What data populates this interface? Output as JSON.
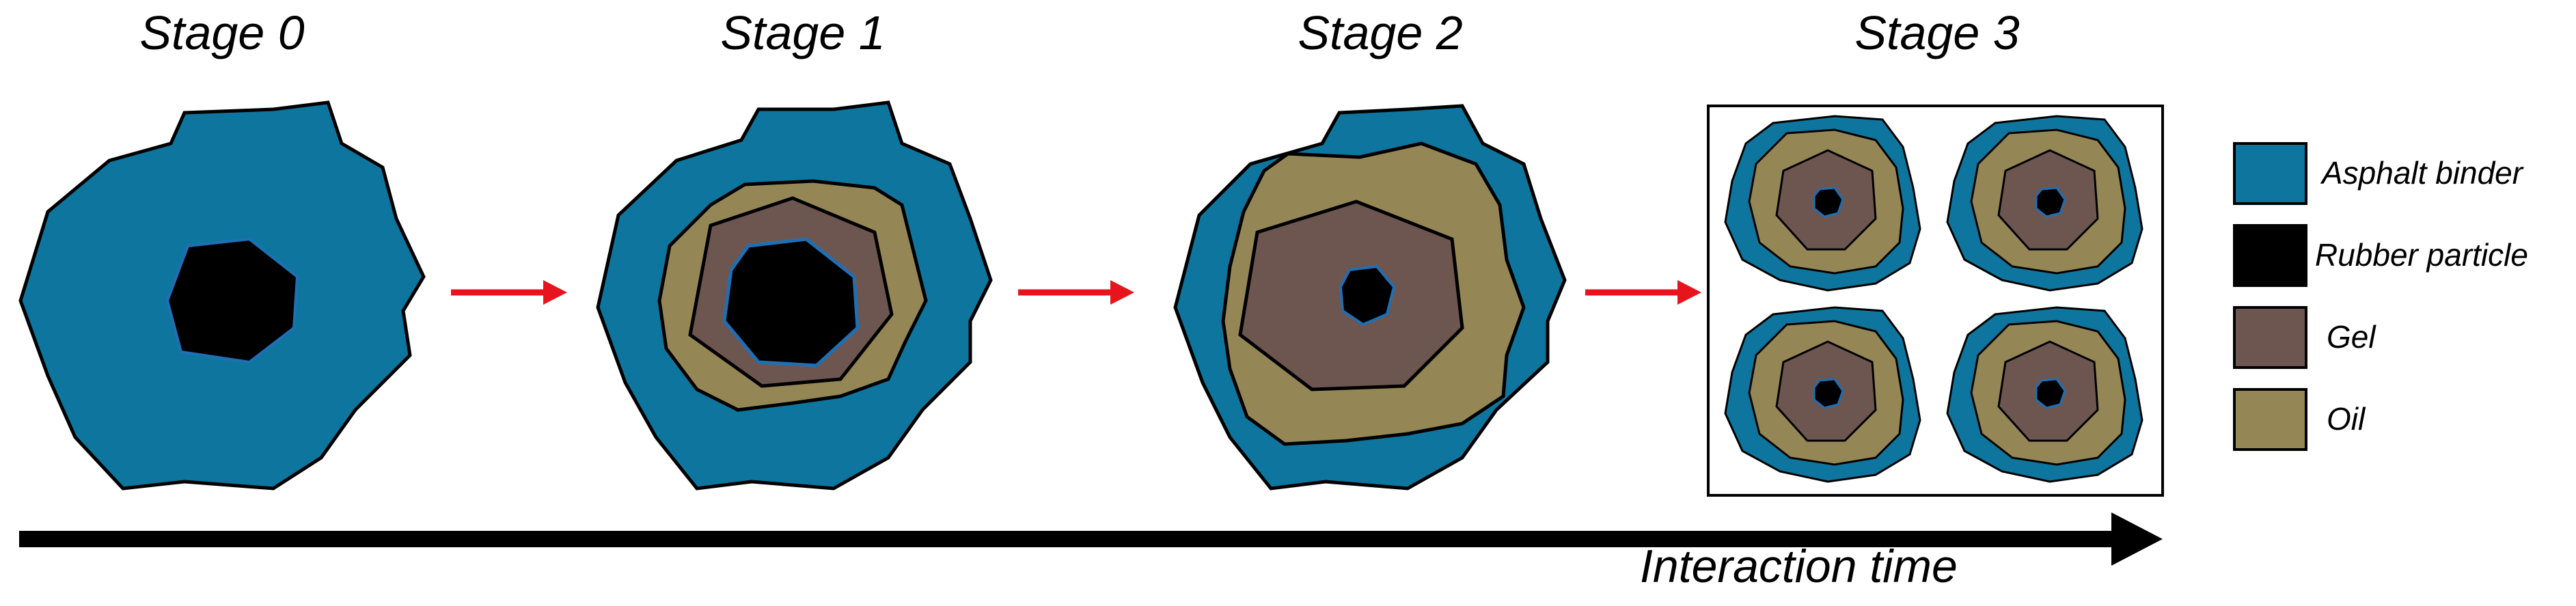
{
  "stages": [
    "Stage 0",
    "Stage 1",
    "Stage 2",
    "Stage 3"
  ],
  "legend": [
    {
      "label": "Asphalt binder",
      "color": "#0e769e"
    },
    {
      "label": "Rubber particle",
      "color": "#000000"
    },
    {
      "label": "Gel",
      "color": "#6e5650"
    },
    {
      "label": "Oil",
      "color": "#958755"
    }
  ],
  "axis": {
    "label": "Interaction time"
  },
  "colors": {
    "arrow": "#e8141b",
    "outline": "#000000",
    "particle_edge": "#1f6fb5"
  }
}
